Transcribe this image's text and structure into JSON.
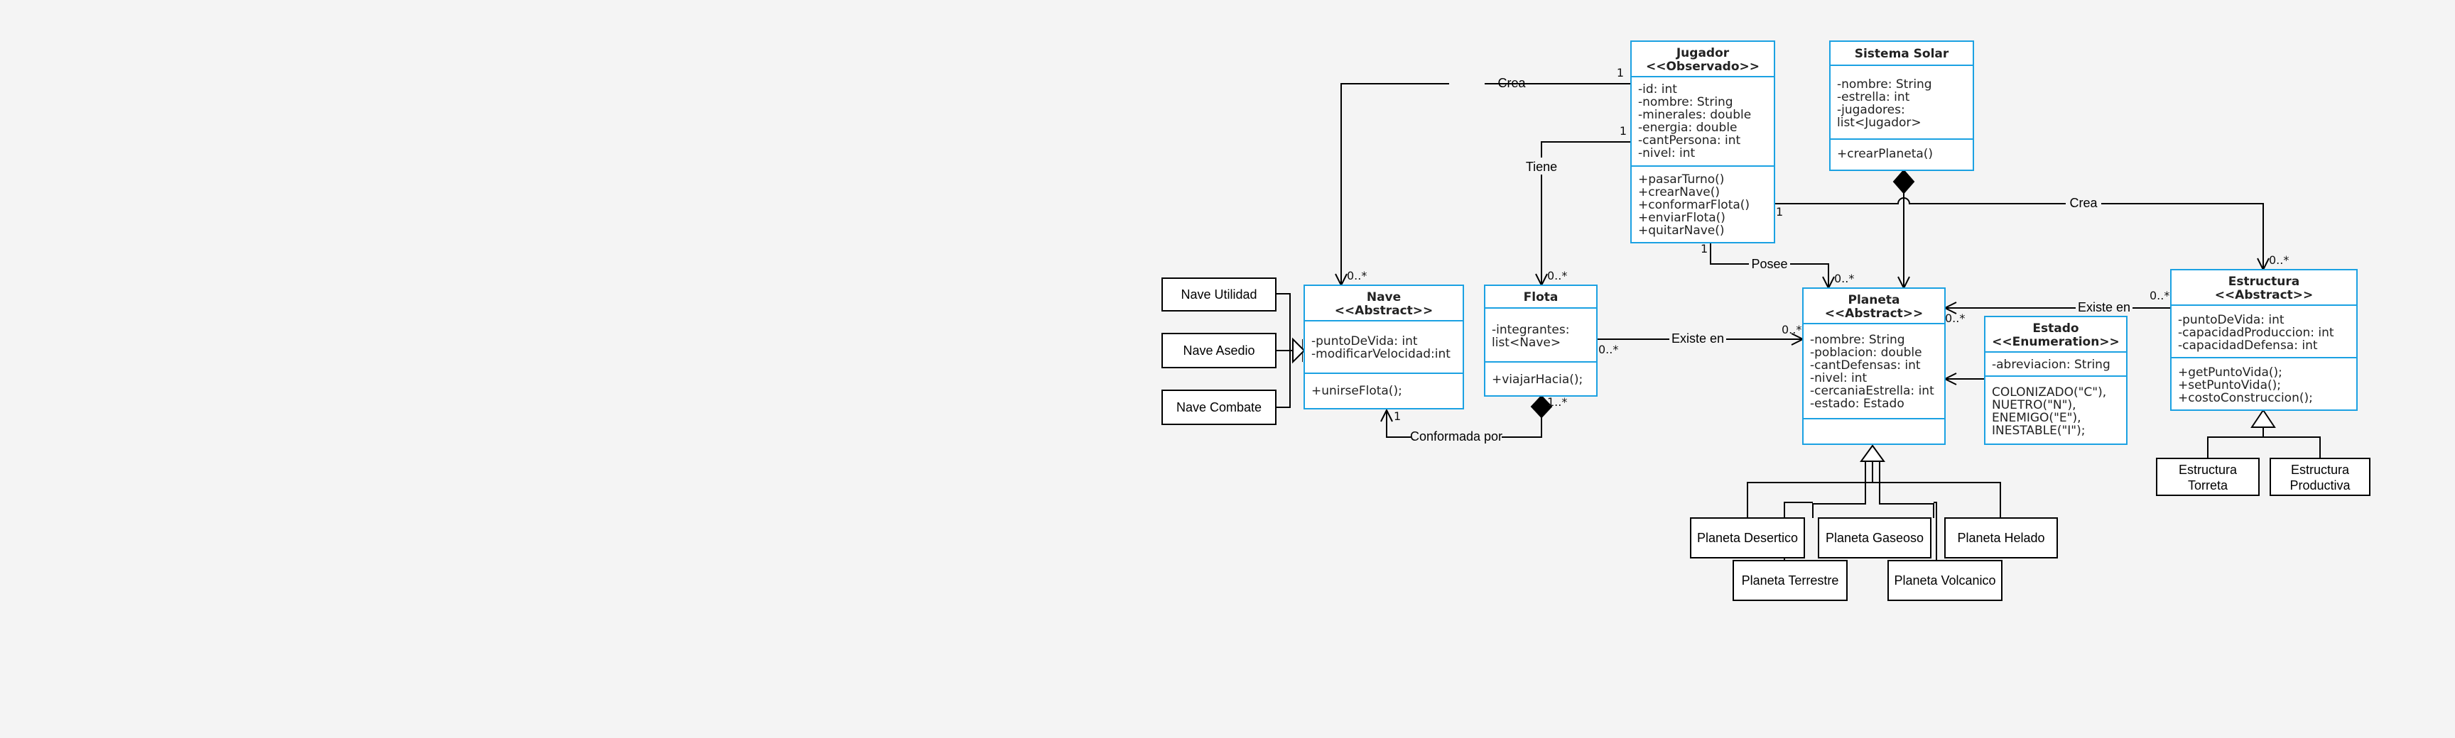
{
  "classes": {
    "jugador": {
      "name": "Jugador",
      "stereotype": "<<Observado>>",
      "attributes": [
        "-id: int",
        "-nombre: String",
        "-minerales: double",
        "-energia: double",
        "-cantPersona: int",
        "-nivel: int"
      ],
      "methods": [
        "+pasarTurno()",
        "+crearNave()",
        "+conformarFlota()",
        "+enviarFlota()",
        "+quitarNave()"
      ]
    },
    "sistema_solar": {
      "name": "Sistema Solar",
      "attributes": [
        "-nombre: String",
        "-estrella: int",
        "-jugadores:",
        "list<Jugador>"
      ],
      "methods": [
        "+crearPlaneta()"
      ]
    },
    "nave": {
      "name": "Nave",
      "stereotype": "<<Abstract>>",
      "attributes": [
        "-puntoDeVida: int",
        "-modificarVelocidad:int"
      ],
      "methods": [
        "+unirseFlota();"
      ]
    },
    "flota": {
      "name": "Flota",
      "attributes": [
        "-integrantes:",
        "list<Nave>"
      ],
      "methods": [
        "+viajarHacia();"
      ]
    },
    "planeta": {
      "name": "Planeta",
      "stereotype": "<<Abstract>>",
      "attributes": [
        "-nombre: String",
        "-poblacion: double",
        "-cantDefensas: int",
        "-nivel: int",
        "-cercaniaEstrella: int",
        "-estado: Estado"
      ],
      "methods": []
    },
    "estado": {
      "name": "Estado",
      "stereotype": "<<Enumeration>>",
      "attributes": [
        "-abreviacion: String"
      ],
      "methods": [
        "COLONIZADO(\"C\"),",
        "NUETRO(\"N\"),",
        "ENEMIGO(\"E\"),",
        "INESTABLE(\"I\");"
      ]
    },
    "estructura": {
      "name": "Estructura",
      "stereotype": "<<Abstract>>",
      "attributes": [
        "-puntoDeVida: int",
        "-capacidadProduccion: int",
        "-capacidadDefensa: int"
      ],
      "methods": [
        "+getPuntoVida();",
        "+setPuntoVida();",
        "+costoConstruccion();"
      ]
    }
  },
  "subclasses": {
    "nave_utilidad": "Nave Utilidad",
    "nave_asedio": "Nave Asedio",
    "nave_combate": "Nave Combate",
    "planeta_desertico": "Planeta Desertico",
    "planeta_gaseoso": "Planeta Gaseoso",
    "planeta_helado": "Planeta Helado",
    "planeta_terrestre": "Planeta Terrestre",
    "planeta_volcanico": "Planeta Volcanico",
    "estructura_torreta": [
      "Estructura",
      "Torreta"
    ],
    "estructura_productiva": [
      "Estructura",
      "Productiva"
    ]
  },
  "relations": {
    "crea_nave": {
      "label": "Crea",
      "from_mult": "1",
      "to_mult": "0..*"
    },
    "tiene_flota": {
      "label": "Tiene",
      "from_mult": "1",
      "to_mult": "0..*"
    },
    "posee_planeta": {
      "label": "Posee",
      "from_mult": "1",
      "to_mult": "0..*"
    },
    "crea_estructura": {
      "label": "Crea",
      "from_mult": "1",
      "to_mult": "0..*"
    },
    "flota_planeta": {
      "label": "Existe en",
      "from_mult": "0..*",
      "to_mult": "0..*"
    },
    "conformada_por": {
      "label": "Conformada por",
      "from_mult": "1",
      "to_mult": "1..*"
    },
    "estructura_planeta": {
      "label": "Existe en",
      "from_mult": "0..*",
      "to_mult": "0..*"
    }
  },
  "colors": {
    "class_border": "#1ba1e2",
    "background": "#f4f4f4",
    "line": "#000000"
  }
}
